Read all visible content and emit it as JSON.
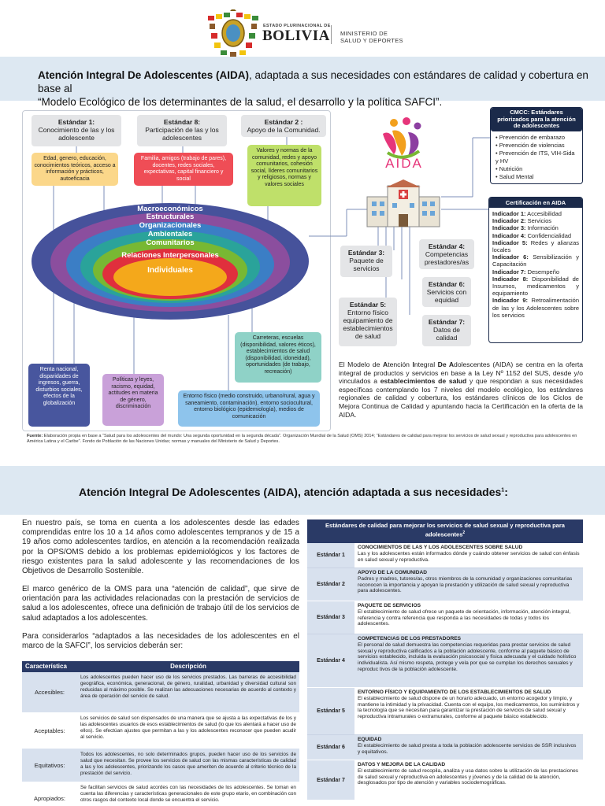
{
  "header": {
    "estado": "ESTADO PLURINACIONAL DE",
    "country": "BOLIVIA",
    "ministry_1": "MINISTERIO DE",
    "ministry_2": "SALUD Y DEPORTES"
  },
  "banner": {
    "title_bold": "Atención Integral De Adolescentes (AIDA)",
    "title_rest": ", adaptada a sus necesidades con estándares de calidad y cobertura en base al",
    "title_line2": "“Modelo Ecológico de los determinantes de la salud, el desarrollo y la política SAFCI”."
  },
  "diagram": {
    "std1": {
      "title": "Estándar 1:",
      "text": "Conocimiento de las y los adolescente"
    },
    "std8": {
      "title": "Estándar 8:",
      "text": "Participación de las y los adolescentes"
    },
    "std2": {
      "title": "Estándar 2 :",
      "text": "Apoyo de la Comunidad."
    },
    "std3": {
      "title": "Estándar 3:",
      "text": "Paquete de servicios"
    },
    "std4": {
      "title": "Estándar 4:",
      "text": "Competencias prestadores/as"
    },
    "std5": {
      "title": "Estándar 5:",
      "text": "Entorno físico equipamiento de establecimientos de salud"
    },
    "std6": {
      "title": "Estándar 6:",
      "text": "Servicios con equidad"
    },
    "std7": {
      "title": "Estándar 7:",
      "text": "Datos de calidad"
    },
    "box_individual": "Edad, genero, educación, conocimientos teóricos, acceso a información y prácticos, autoeficacia",
    "box_interpersonal": "Familia, amigos (trabajo de pares), docentes, redes sociales, expectativas, capital financiero y social",
    "box_community": "Valores y normas de la comunidad, redes y apoyo comunitarios, cohesión social, líderes comunitarios y religiosos, normas y valores sociales",
    "box_macro": "Renta nacional, disparidades de ingresos, guerra, disturbios sociales, efectos de la globalización",
    "box_structural": "Políticas y leyes, racismo, equidad, actitudes en materia de género, discriminación",
    "box_environment": "Entorno físico (medio construido, urbano/rural, agua y saneamiento, contaminación), entorno sociocultural, entorno biológico (epidemiología), medios de comunicación",
    "box_services": "Carreteras, escuelas (disponibilidad, valores éticos), establecimientos de salud (disponibilidad, idoneidad), oportunidades (de trabajo, recreación)",
    "layers": [
      "Macroeconómicos",
      "Estructurales",
      "Organizacionales",
      "Ambientales",
      "Comunitarios",
      "Relaciones Interpersonales",
      "Individuales"
    ],
    "aida_logo": "AIDA"
  },
  "cmcc": {
    "title": "CMCC: Estándares priorizados para la atención de adolescentes",
    "items": [
      "Prevención de embarazo",
      "Prevención de violencias",
      "Prevención de ITS, VIH-Sida y HV",
      "Nutrición",
      "Salud Mental"
    ]
  },
  "certification": {
    "title": "Certificación en AIDA",
    "items": [
      {
        "k": "Indicador 1:",
        "v": " Accesibilidad"
      },
      {
        "k": "Indicador 2:",
        "v": " Servicios"
      },
      {
        "k": "Indicador 3:",
        "v": " Información"
      },
      {
        "k": "Indicador 4:",
        "v": " Confidencialidad"
      },
      {
        "k": "Indicador 5:",
        "v": " Redes y alianzas locales"
      },
      {
        "k": "Indicador 6:",
        "v": " Sensibilización y Capacitación"
      },
      {
        "k": "Indicador 7:",
        "v": " Desempeño"
      },
      {
        "k": "Indicador 8:",
        "v": " Disponibilidad de Insumos, medicamentos y equipamiento"
      },
      {
        "k": "Indicador 9:",
        "v": " Retroalimentación de las y los Adolescentes sobre los servicios"
      }
    ]
  },
  "model_paragraph": {
    "p1": "El Modelo de ",
    "b1": "A",
    "p2": "tención ",
    "b2": "I",
    "p3": "ntegral ",
    "b3": "De A",
    "p4": "dolescentes (AIDA) se centra en la oferta integral de productos y servicios en base a la Ley Nº 1152 del SUS, desde y/o vinculados a ",
    "b4": "establecimientos de salud",
    "p5": " y que respondan a sus necesidades específicas contemplando los 7 niveles del modelo ecológico, los estándares regionales de calidad y cobertura, los estándares clínicos de los Ciclos de Mejora Continua de Calidad y apuntando hacia la Certificación en la oferta de la AIDA."
  },
  "source": {
    "label": "Fuente:",
    "text": " Elaboración propia en base a “Salud para los adolescentes del mundo: Una segunda oportunidad en la segunda década”. Organización Mundial de la Salud (OMS) 2014; “Estándares de calidad para mejorar los servicios de salud sexual y reproductiva para adolescentes en América Latina y el Caribe”. Fondo de Población de las Naciones Unidas; normas y manuales del Ministerio de Salud y Deportes."
  },
  "section2": {
    "title": "Atención Integral De Adolescentes (AIDA), atención adaptada a sus necesidades",
    "sup": "1",
    "para1": "En nuestro país, se toma en cuenta a los adolescentes desde las edades comprendidas entre los 10 a 14 años como adolescentes tempranos y de 15 a 19 años como adolescentes tardíos, en atención a la recomendación realizada por la OPS/OMS debido a los problemas epidemiológicos y los factores de riesgo existentes para la salud adolescente y las recomendaciones de los Objetivos de Desarrollo Sostenible.",
    "para2": "El marco genérico de la OMS para una “atención de calidad”, que sirve de orientación para las actividades relacionadas con la prestación de servicios de salud a los adolescentes, ofrece una definición de trabajo útil de los servicios de salud adaptados a los adolescentes.",
    "para3": "Para considerarlos “adaptados a las necesidades de los adolescentes en el marco de la SAFCI”, los servicios deberán ser:"
  },
  "char_table": {
    "headers": [
      "Característica",
      "Descripción"
    ],
    "rows": [
      {
        "name": "Accesibles:",
        "desc": "Los adolescentes pueden hacer uso de los servicios prestados. Las barreras de accesibilidad geográfica, económica, generacional, de género, ruralidad, urbanidad y diversidad cultural son reducidas al máximo posible. Se realizan las adecuaciones necesarias de acuerdo al contexto y área de operación del servicio de salud."
      },
      {
        "name": "Aceptables:",
        "desc": "Los servicios de salud son dispensados de una manera que se ajusta a las expectativas de los y las adolescentes usuarios de esos establecimientos de salud (lo que los alentará a hacer uso de ellos). Se efectúan ajustes que permitan a las y los adolescentes reconocer que pueden acudir al servicio."
      },
      {
        "name": "Equitativos:",
        "desc": "Todos los adolescentes, no solo determinados grupos, pueden hacer uso de los servicios de salud que necesitan. Se provee los servicios de salud con las mismas características de calidad a las y los adolescentes, priorizando los casos que ameriten de acuerdo al criterio técnico de la prestación del servicio."
      },
      {
        "name": "Apropiados:",
        "desc": "Se facilitan servicios de salud acordes con las necesidades de los adolescentes. Se toman en cuenta las diferencias y características generacionales de este grupo etario, en combinación con otros rasgos del contexto local donde se encuentra el servicio."
      }
    ]
  },
  "std_table": {
    "title": "Estándares de calidad para mejorar los servicios de salud sexual y reproductiva para adolescentes",
    "sup": "2",
    "rows": [
      {
        "name": "Estándar 1",
        "head": "CONOCIMIENTOS DE LAS Y LOS ADOLESCENTES SOBRE SALUD",
        "desc": "Las y los adolescentes están informados dónde y cuándo obtener servicios de salud con énfasis en salud sexual y reproductiva."
      },
      {
        "name": "Estándar 2",
        "head": "APOYO DE LA COMUNIDAD",
        "desc": "Padres y madres, tutores/as, otros miembros de la comunidad y organizaciones comunitarias reconocen la importancia y apoyan la prestación y utilización de salud sexual y reproductiva para adolescentes."
      },
      {
        "name": "Estándar 3",
        "head": "PAQUETE DE SERVICIOS",
        "desc": "El establecimiento de salud ofrece un paquete de orientación, información, atención integral, referencia y contra referencia que responda a las necesidades de todas y todos los adolescentes."
      },
      {
        "name": "Estándar 4",
        "head": "COMPETENCIAS DE LOS PRESTADORES",
        "desc": "El personal de salud demuestra las competencias requeridas para prestar servicios de salud sexual y reproductiva calificados a la población adolescente, conforme al paquete básico de servicios establecido, incluida la evaluación psicosocial y física adecuada y el cuidado holístico individualista. Así mismo respeta, protege y vela por que se cumplan los derechos sexuales y reproduc tivos de la población adolescente."
      },
      {
        "name": "Estándar 5",
        "head": "ENTORNO FÍSICO Y EQUIPAMIENTO DE LOS ESTABLECIMIENTOS DE SALUD",
        "desc": "El establecimiento de salud dispone de un horario adecuado, un entorno acogedor y limpio, y mantiene la intimidad y la privacidad. Cuenta con el equipo, los medicamentos, los suministros y la tecnología que se necesitan para garantizar la prestación de servicios de salud sexual y reproductiva intramurales o extramurales, conforme al paquete básico establecido."
      },
      {
        "name": "Estándar 6",
        "head": "EQUIDAD",
        "desc": "El establecimiento de salud presta a toda la población adolescente servicios de SSR inclusivos y equitativos."
      },
      {
        "name": "Estándar 7",
        "head": "DATOS Y MEJORA DE LA CALIDAD",
        "desc": "El establecimiento de salud recopila, analiza y usa datos sobre la utilización de las prestaciones de salud sexual y reproductiva en adolescentes y jóvenes y de la calidad de la atención, desglosados por tipo de atención y variables sociodemográficas."
      }
    ]
  },
  "colors": {
    "navy": "#2a3a66",
    "banner": "#dde8f2",
    "std_head": "#2a3a66"
  }
}
